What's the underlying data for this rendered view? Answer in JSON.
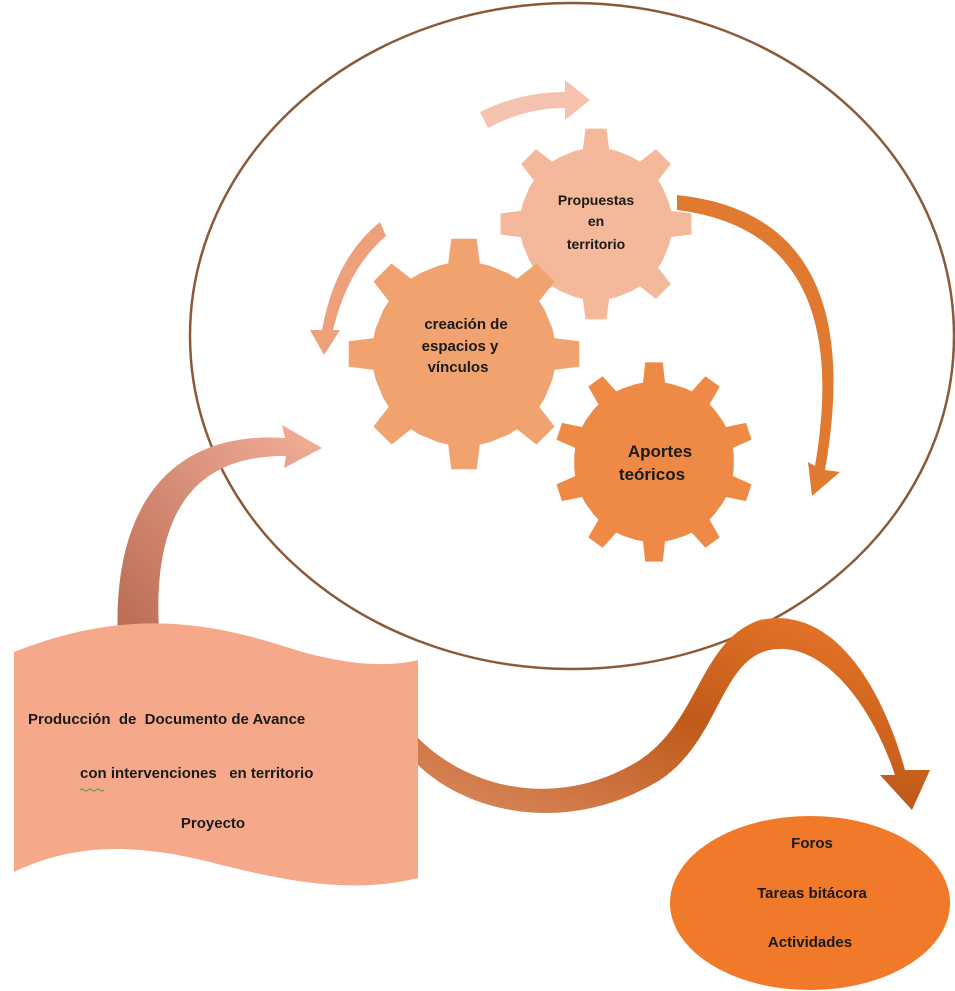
{
  "gears": {
    "propuestas": {
      "lines": [
        "Propuestas",
        "en",
        "territorio"
      ],
      "color": "#f4b89a"
    },
    "creacion": {
      "lines": [
        "creación de",
        "espacios y",
        "vínculos"
      ],
      "color": "#f0a36e"
    },
    "aportes": {
      "lines": [
        "Aportes",
        "teóricos"
      ],
      "color": "#ee8a45"
    }
  },
  "document": {
    "lines": [
      "Producción  de  Documento de Avance",
      "con intervenciones   en territorio",
      "Proyecto"
    ],
    "color": "#f6a98a"
  },
  "oval": {
    "lines": [
      "Foros",
      "Tareas bitácora",
      "Actividades"
    ],
    "color": "#f07a2a"
  },
  "colors": {
    "circle_stroke": "#8a5a3a",
    "arrow_light": "#f6c2b0",
    "arrow_mid": "#eda07a",
    "arrow_dark": "#e07a30",
    "curve_arrow_left": "#c88a70",
    "curve_arrow_right": "#d67a3a"
  }
}
